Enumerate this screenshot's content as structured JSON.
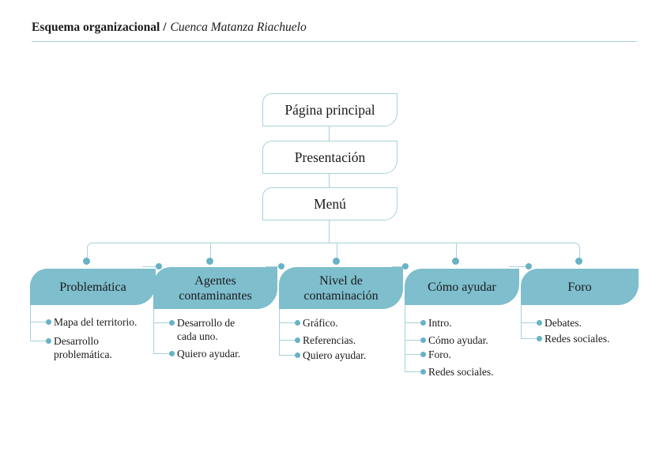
{
  "header": {
    "title_bold": "Esquema organizacional /",
    "title_italic": "Cuenca Matanza Riachuelo"
  },
  "flow": [
    {
      "label": "Página principal"
    },
    {
      "label": "Presentación"
    },
    {
      "label": "Menú"
    }
  ],
  "nodes": [
    {
      "label": "Problemática",
      "items": [
        {
          "text": "Mapa del territorio."
        },
        {
          "text": "Desarrollo problemática."
        }
      ]
    },
    {
      "label": "Agentes contaminantes",
      "items": [
        {
          "text": "Desarrollo de cada uno."
        },
        {
          "text": "Quiero ayudar."
        }
      ]
    },
    {
      "label": "Nivel de contaminación",
      "items": [
        {
          "text": "Gráfico."
        },
        {
          "text": "Referencias."
        },
        {
          "text": "Quiero ayudar."
        }
      ]
    },
    {
      "label": "Cómo ayudar",
      "items": [
        {
          "text": "Intro."
        },
        {
          "text": "Cómo ayudar."
        },
        {
          "text": "Foro."
        },
        {
          "text": "Redes sociales."
        }
      ]
    },
    {
      "label": "Foro",
      "items": [
        {
          "text": "Debates."
        },
        {
          "text": "Redes sociales."
        }
      ]
    }
  ],
  "colors": {
    "node_fill": "#7ebecd",
    "connector_line": "#a6d2db",
    "connector_dot": "#69b2c5",
    "text": "#1b1b1b"
  }
}
